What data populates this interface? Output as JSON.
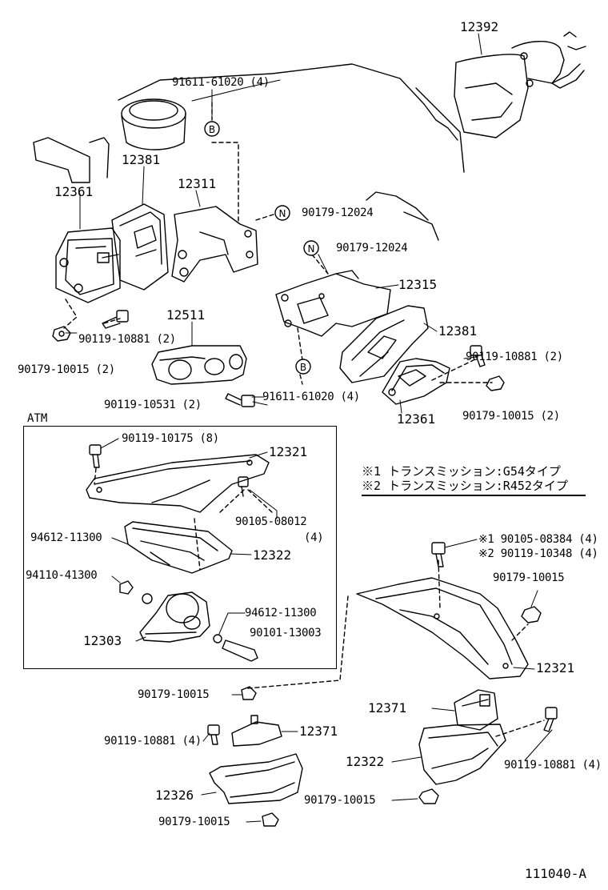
{
  "diagram_id": "111040-A",
  "atm_title": "ATM",
  "notes": [
    {
      "mark": "※1",
      "text": "トランスミッション:G54タイプ"
    },
    {
      "mark": "※2",
      "text": "トランスミッション:R452タイプ"
    }
  ],
  "circle_marks": {
    "b": "B",
    "n": "N"
  },
  "labels": {
    "p12392": "12392",
    "p91611_top": "91611-61020 (4)",
    "p12381_top": "12381",
    "p12361_top": "12361",
    "p12311": "12311",
    "p90179_12024_a": "90179-12024",
    "p90179_12024_b": "90179-12024",
    "p12315": "12315",
    "p12381_r": "12381",
    "p12511": "12511",
    "p90119_10881_l": "90119-10881 (2)",
    "p90179_10015_l": "90179-10015 (2)",
    "p90119_10881_r": "90119-10881 (2)",
    "p90119_10531": "90119-10531 (2)",
    "p91611_mid": "91611-61020 (4)",
    "p12361_r": "12361",
    "p90179_10015_r": "90179-10015 (2)",
    "p90119_10175": "90119-10175 (8)",
    "p12321_atm": "12321",
    "p90105_08012": "90105-08012",
    "p90105_qty": "(4)",
    "p94612_a": "94612-11300",
    "p12322_atm": "12322",
    "p94110": "94110-41300",
    "p94612_b": "94612-11300",
    "p90101": "90101-13003",
    "p12303": "12303",
    "p90105_08384": "※1 90105-08384 (4)",
    "p90119_10348": "※2 90119-10348 (4)",
    "p90179_10015_r2": "90179-10015",
    "p12321_r": "12321",
    "p90179_10015_bl": "90179-10015",
    "p12371_l": "12371",
    "p12371_r": "12371",
    "p90119_10881_bl": "90119-10881 (4)",
    "p90119_10881_br": "90119-10881 (4)",
    "p12322_r": "12322",
    "p12326": "12326",
    "p90179_10015_b1": "90179-10015",
    "p90179_10015_b2": "90179-10015"
  }
}
